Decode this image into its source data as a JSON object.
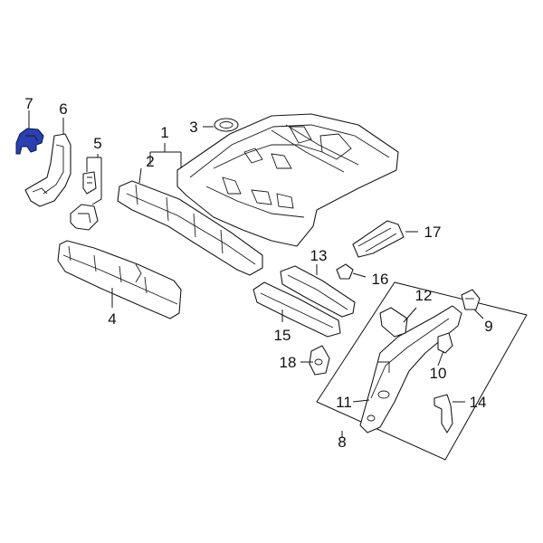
{
  "diagram": {
    "highlight_color": "#2a3fb0",
    "callouts": [
      {
        "id": "c1",
        "label": "1"
      },
      {
        "id": "c2",
        "label": "2"
      },
      {
        "id": "c3",
        "label": "3"
      },
      {
        "id": "c4",
        "label": "4"
      },
      {
        "id": "c5",
        "label": "5"
      },
      {
        "id": "c6",
        "label": "6"
      },
      {
        "id": "c7",
        "label": "7"
      },
      {
        "id": "c8",
        "label": "8"
      },
      {
        "id": "c9",
        "label": "9"
      },
      {
        "id": "c10",
        "label": "10"
      },
      {
        "id": "c11",
        "label": "11"
      },
      {
        "id": "c12",
        "label": "12"
      },
      {
        "id": "c13",
        "label": "13"
      },
      {
        "id": "c14",
        "label": "14"
      },
      {
        "id": "c15",
        "label": "15"
      },
      {
        "id": "c16",
        "label": "16"
      },
      {
        "id": "c17",
        "label": "17"
      },
      {
        "id": "c18",
        "label": "18"
      }
    ]
  }
}
